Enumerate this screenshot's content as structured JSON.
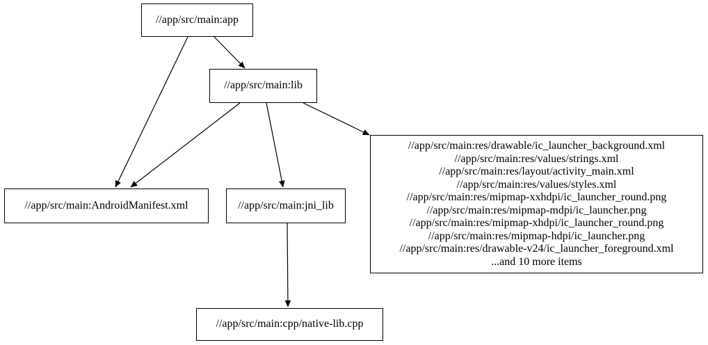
{
  "graph": {
    "background": "#ffffff",
    "node_border_color": "#000000",
    "edge_color": "#000000",
    "text_color": "#000000",
    "nodes": {
      "app": {
        "label": "//app/src/main:app"
      },
      "lib": {
        "label": "//app/src/main:lib"
      },
      "android_manifest": {
        "label": "//app/src/main:AndroidManifest.xml"
      },
      "jni_lib": {
        "label": "//app/src/main:jni_lib"
      },
      "resources": {
        "lines": [
          "//app/src/main:res/drawable/ic_launcher_background.xml",
          "//app/src/main:res/values/strings.xml",
          "//app/src/main:res/layout/activity_main.xml",
          "//app/src/main:res/values/styles.xml",
          "//app/src/main:res/mipmap-xxhdpi/ic_launcher_round.png",
          "//app/src/main:res/mipmap-mdpi/ic_launcher.png",
          "//app/src/main:res/mipmap-xhdpi/ic_launcher_round.png",
          "//app/src/main:res/mipmap-hdpi/ic_launcher.png",
          "//app/src/main:res/drawable-v24/ic_launcher_foreground.xml",
          "...and 10 more items"
        ]
      },
      "native_lib": {
        "label": "//app/src/main:cpp/native-lib.cpp"
      }
    },
    "edges": [
      {
        "from": "app",
        "to": "android_manifest"
      },
      {
        "from": "app",
        "to": "lib"
      },
      {
        "from": "lib",
        "to": "android_manifest"
      },
      {
        "from": "lib",
        "to": "jni_lib"
      },
      {
        "from": "lib",
        "to": "resources"
      },
      {
        "from": "jni_lib",
        "to": "native_lib"
      }
    ]
  }
}
